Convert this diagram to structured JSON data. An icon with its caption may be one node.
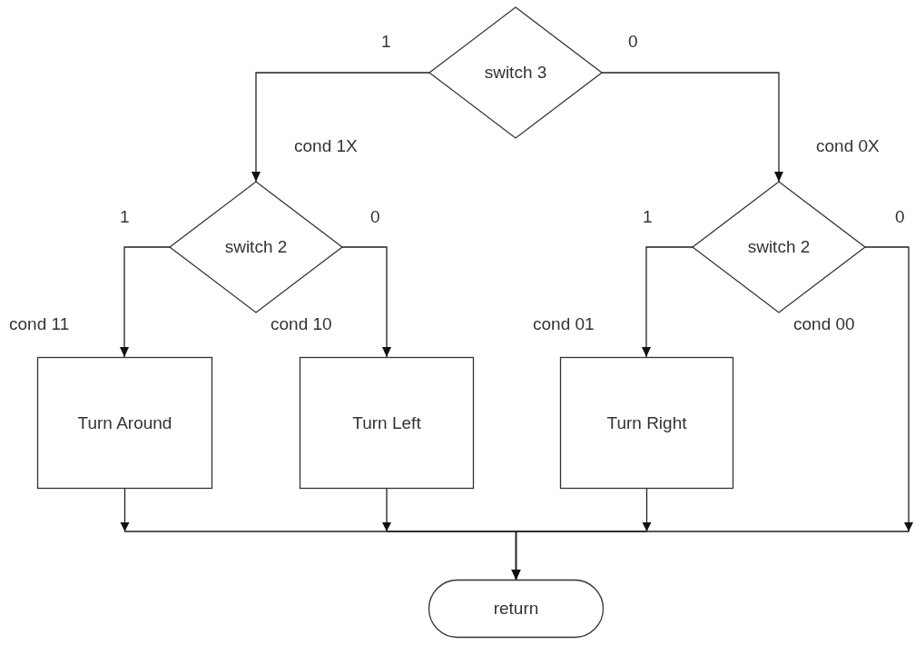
{
  "diagram": {
    "nodes": [
      {
        "text": [
          "switch 3"
        ]
      },
      {
        "text": [
          "switch 2"
        ]
      },
      {
        "text": [
          "switch 2"
        ]
      },
      {
        "text": [
          "Turn Around"
        ]
      },
      {
        "text": [
          "Turn Left"
        ]
      },
      {
        "text": [
          "Turn Right"
        ]
      },
      {
        "text": [
          "return"
        ]
      }
    ],
    "edges": [
      {
        "from": 0,
        "to": 1,
        "arrow": "to",
        "label": "cond 1X"
      },
      {
        "from": 0,
        "to": 2,
        "arrow": "to",
        "label": "cond 0X"
      },
      {
        "from": 1,
        "to": 3,
        "arrow": "to",
        "label": "cond 11"
      },
      {
        "from": 1,
        "to": 4,
        "arrow": "to",
        "label": "cond 10"
      },
      {
        "from": 2,
        "to": 5,
        "arrow": "to",
        "label": "cond 01"
      },
      {
        "from": 2,
        "to": 6,
        "arrow": "to",
        "label": "cond 00"
      },
      {
        "from": 3,
        "to": 6,
        "arrow": "to"
      },
      {
        "from": 4,
        "to": 6,
        "arrow": "to"
      },
      {
        "from": 5,
        "to": 6,
        "arrow": "to"
      }
    ],
    "labels": [
      "1",
      "0",
      "1",
      "0",
      "1",
      "0"
    ]
  }
}
